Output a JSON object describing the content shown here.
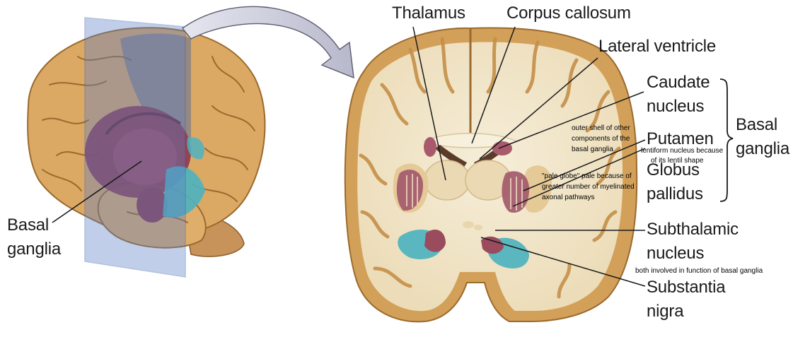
{
  "labels": {
    "basal_ganglia_left_line1": "Basal",
    "basal_ganglia_left_line2": "ganglia",
    "thalamus": "Thalamus",
    "corpus_callosum": "Corpus callosum",
    "lateral_ventricle": "Lateral ventricle",
    "caudate_line1": "Caudate",
    "caudate_line2": "nucleus",
    "putamen": "Putamen",
    "globus_line1": "Globus",
    "globus_line2": "pallidus",
    "subthalamic_line1": "Subthalamic",
    "subthalamic_line2": "nucleus",
    "substantia_line1": "Substantia",
    "substantia_line2": "nigra",
    "basal_ganglia_right_line1": "Basal",
    "basal_ganglia_right_line2": "ganglia"
  },
  "notes": {
    "caudate_line1": "outer shell of other",
    "caudate_line2": "components of the",
    "caudate_line3": "basal ganglia",
    "putamen_line1": "lentiform nucleus because",
    "putamen_line2": "of its lentil shape",
    "globus_line1": "\"pale globe\" pale because of",
    "globus_line2": "greater number of myelinated",
    "globus_line3": "axonal pathways",
    "subthalamic_substantia": "both involved in function of basal ganglia"
  },
  "colors": {
    "cortex": "#d9a95c",
    "cortex_dark": "#a8742f",
    "white_matter": "#f3e8cf",
    "gray_matter": "#e2c48c",
    "nucleus_maroon": "#8e3b4e",
    "teal": "#4db3bf",
    "plane_blue": "#5d7fc7",
    "arrow_fill": "#c9c9dc"
  }
}
